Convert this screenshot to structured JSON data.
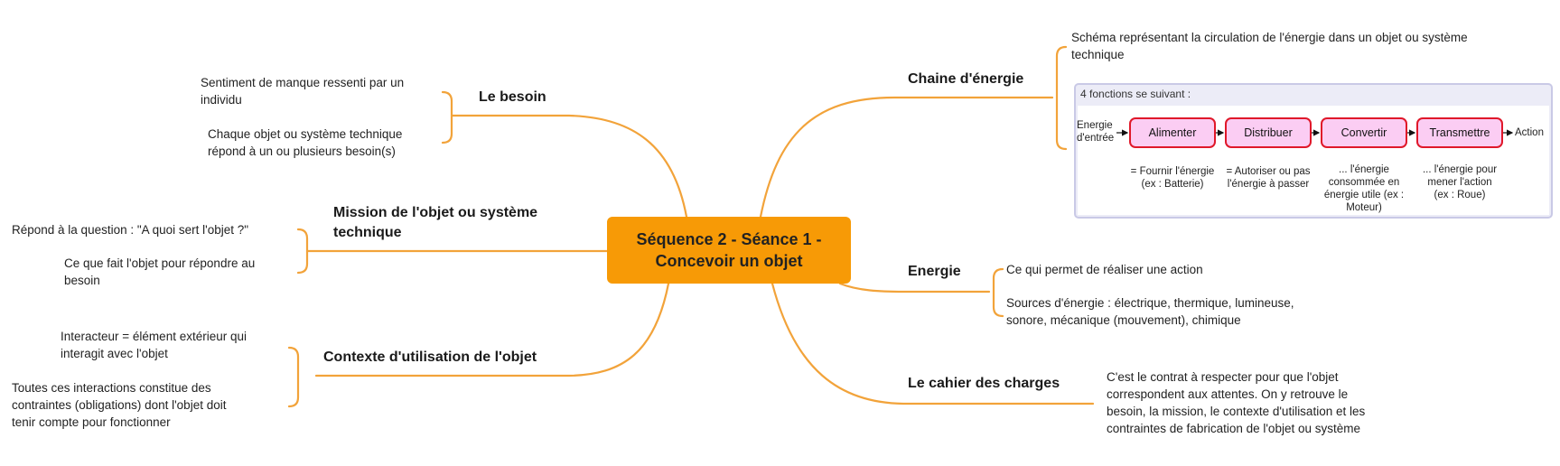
{
  "central": {
    "line1": "Séquence 2 - Séance 1 -",
    "line2": "Concevoir un objet"
  },
  "colors": {
    "accent": "#f79a06",
    "link": "#f2a33a",
    "box_border": "#e0182a",
    "box_fill": "#fbcdf3"
  },
  "besoin": {
    "title": "Le besoin",
    "items": [
      [
        "Sentiment de manque ressenti par un",
        "individu"
      ],
      [
        "Chaque objet ou système technique",
        "répond à un ou plusieurs besoin(s)"
      ]
    ]
  },
  "mission": {
    "title": [
      "Mission de l'objet ou système",
      "technique"
    ],
    "items": [
      [
        "Répond à la question : \"A quoi sert l'objet ?\""
      ],
      [
        "Ce que fait l'objet pour répondre au",
        "besoin"
      ]
    ]
  },
  "contexte": {
    "title": "Contexte d'utilisation de l'objet",
    "items": [
      [
        "Interacteur = élément extérieur qui",
        "interagit avec l'objet"
      ],
      [
        "Toutes ces interactions constitue des",
        "contraintes (obligations) dont l'objet doit",
        "tenir compte pour fonctionner"
      ]
    ]
  },
  "chaine": {
    "title": "Chaine d'énergie",
    "description": [
      "Schéma représentant la circulation de l'énergie dans un objet ou système",
      "technique"
    ],
    "diagram": {
      "heading": "4 fonctions se suivant :",
      "input_label": [
        "Energie",
        "d'entrée"
      ],
      "output_label": "Action",
      "functions": [
        {
          "name": "Alimenter",
          "desc": [
            "= Fournir l'énergie",
            "(ex : Batterie)"
          ]
        },
        {
          "name": "Distribuer",
          "desc": [
            "= Autoriser ou pas",
            "l'énergie à passer"
          ]
        },
        {
          "name": "Convertir",
          "desc": [
            "... l'énergie",
            "consommée en",
            "énergie utile (ex :",
            "Moteur)"
          ]
        },
        {
          "name": "Transmettre",
          "desc": [
            "... l'énergie pour",
            "mener l'action",
            "(ex : Roue)"
          ]
        }
      ]
    }
  },
  "energie": {
    "title": "Energie",
    "items": [
      [
        "Ce qui permet de réaliser une action"
      ],
      [
        "Sources d'énergie : électrique, thermique, lumineuse,",
        "sonore, mécanique (mouvement), chimique"
      ]
    ]
  },
  "cahier": {
    "title": "Le cahier des charges",
    "text": [
      "C'est le contrat à respecter pour que l'objet",
      "correspondent aux attentes. On y retrouve le",
      "besoin, la mission, le contexte d'utilisation et les",
      "contraintes de fabrication de l'objet ou système"
    ]
  }
}
